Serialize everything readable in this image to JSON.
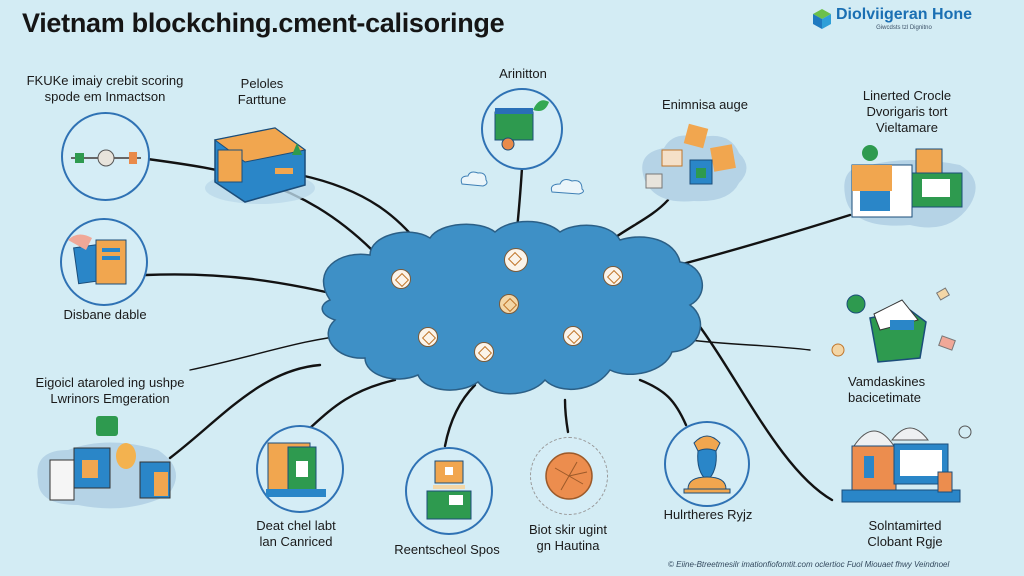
{
  "header": {
    "title": "Vietnam blockching.cment-calisoringe",
    "brand": {
      "name": "Diolviigeran Hone",
      "tagline": "Giwcdsts tzl Dignitno",
      "icon": "cube-logo-icon"
    }
  },
  "hub": {
    "label": "",
    "icon": "blockchain-cloud-icon",
    "nodes": [
      "node-hex-1",
      "node-hex-2",
      "node-hex-3",
      "node-hex-4",
      "node-hex-5",
      "node-hex-6",
      "node-hex-7"
    ]
  },
  "nodes": [
    {
      "id": "credit-scoring",
      "label_lines": [
        "FKUKe imaiy crebit scoring",
        "spode em Inmactson"
      ],
      "icon": "transaction-link-icon"
    },
    {
      "id": "pelolesfarttune",
      "label_lines": [
        "Peloles",
        "Farttune"
      ],
      "icon": "data-center-building-icon"
    },
    {
      "id": "arinitton",
      "label_lines": [
        "Arinitton"
      ],
      "icon": "circuit-board-leaf-icon"
    },
    {
      "id": "enimnisa",
      "label_lines": [
        "Enimnisa auge"
      ],
      "icon": "document-cluster-icon"
    },
    {
      "id": "linerted-crocle",
      "label_lines": [
        "Linerted Crocle",
        "Dvorigaris tort",
        "Vieltamare"
      ],
      "icon": "office-workspace-icon"
    },
    {
      "id": "disbane",
      "label_lines": [
        "Disbane dable"
      ],
      "icon": "ledger-books-icon"
    },
    {
      "id": "eigoicl",
      "label_lines": [
        "Eigoicl ataroled ing ushpe",
        "Lwrinors Emgeration"
      ],
      "icon": "city-lightbulb-icon"
    },
    {
      "id": "vamdaskines",
      "label_lines": [
        "Vamdaskines",
        "bacicetimate"
      ],
      "icon": "green-box-icon"
    },
    {
      "id": "deat-chel",
      "label_lines": [
        "Deat chel labt",
        "lan Canriced"
      ],
      "icon": "shop-terminal-icon"
    },
    {
      "id": "reentscheol",
      "label_lines": [
        "Reentscheol Spos"
      ],
      "icon": "computer-board-icon"
    },
    {
      "id": "biot-skir",
      "label_lines": [
        "Biot skir ugint",
        "gn Hautina"
      ],
      "icon": "orange-coin-icon"
    },
    {
      "id": "hulrtheres",
      "label_lines": [
        "Hulrtheres Ryjz"
      ],
      "icon": "pen-trophy-icon"
    },
    {
      "id": "solntamirted",
      "label_lines": [
        "Solntamirted",
        "Clobant Rgje"
      ],
      "icon": "domed-building-icon"
    }
  ],
  "footer": {
    "text": "© Eiine-Btreetmesilr imationfiofomtit.com oclertioc Fuol Miouaet fhwy Veindnoel"
  },
  "colors": {
    "background": "#d3ecf4",
    "hub": "#3d8fc6",
    "circle_border": "#2f72b4",
    "accent_orange": "#e98a4a",
    "accent_green": "#2e9a4f",
    "brand_blue": "#1a6fb3"
  }
}
